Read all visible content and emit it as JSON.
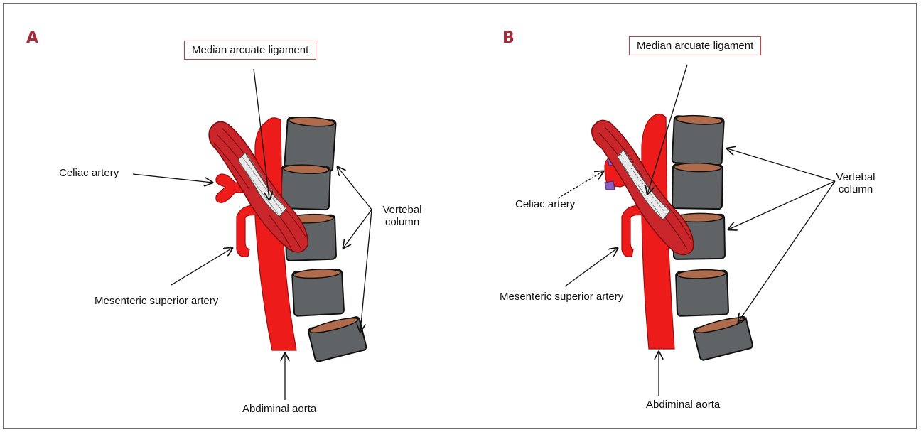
{
  "panels": [
    {
      "letter": "A",
      "ligament_label": "Median arcuate ligament",
      "celiac_label": "Celiac artery",
      "sma_label": "Mesenteric superior artery",
      "aorta_label": "Abdiminal aorta",
      "vertebral_label_line1": "Vertebal",
      "vertebral_label_line2": "column"
    },
    {
      "letter": "B",
      "ligament_label": "Median arcuate ligament",
      "celiac_label": "Celiac artery",
      "sma_label": "Mesenteric superior artery",
      "aorta_label": "Abdiminal aorta",
      "vertebral_label_line1": "Vertebal",
      "vertebral_label_line2": "column"
    }
  ],
  "colors": {
    "letter": "#a52a3c",
    "artery": "#ee1b1b",
    "muscle": "#c8262a",
    "vertebra": "#5f6366",
    "disc_top": "#b06b4c",
    "ligament_box": "#d03a3a",
    "narrowing": "#8b5fbf"
  }
}
